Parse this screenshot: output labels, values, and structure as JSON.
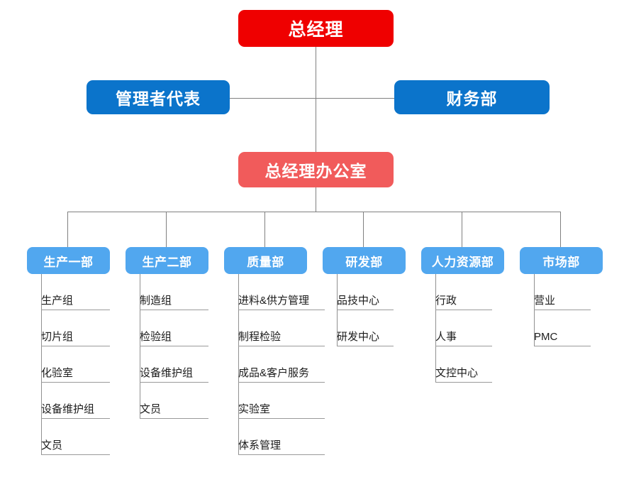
{
  "chart": {
    "type": "org-chart",
    "title": "",
    "colors": {
      "top_red": "#ef0000",
      "blue": "#0b74cb",
      "light_red": "#f15b5b",
      "light_blue": "#51a7ef",
      "line": "#808080",
      "sub_text": "#1c1c1c",
      "background": "#ffffff"
    },
    "root": {
      "label": "总经理"
    },
    "staff": [
      {
        "label": "管理者代表"
      },
      {
        "label": "财务部"
      }
    ],
    "office": {
      "label": "总经理办公室"
    },
    "departments": [
      {
        "label": "生产一部",
        "children": [
          "生产组",
          "切片组",
          "化验室",
          "设备维护组",
          "文员"
        ]
      },
      {
        "label": "生产二部",
        "children": [
          "制造组",
          "检验组",
          "设备维护组",
          "文员"
        ]
      },
      {
        "label": "质量部",
        "children": [
          "进料&供方管理",
          "制程检验",
          "成品&客户服务",
          "实验室",
          "体系管理"
        ]
      },
      {
        "label": "研发部",
        "children": [
          "品技中心",
          "研发中心"
        ]
      },
      {
        "label": "人力资源部",
        "children": [
          "行政",
          "人事",
          "文控中心"
        ]
      },
      {
        "label": "市场部",
        "children": [
          "营业",
          "PMC"
        ]
      }
    ]
  }
}
